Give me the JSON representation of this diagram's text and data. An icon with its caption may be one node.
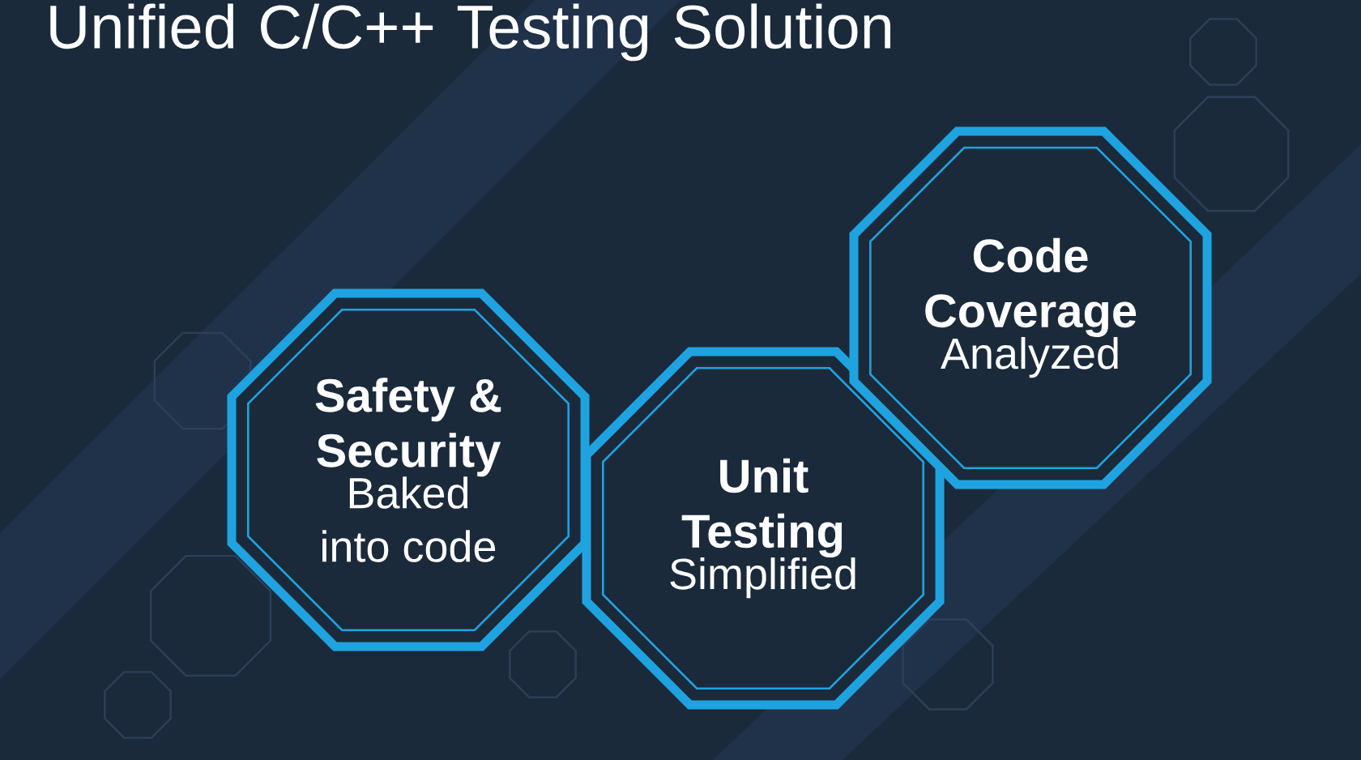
{
  "diagram": {
    "title": "Unified C/C++ Testing Solution",
    "nodes": [
      {
        "text": [
          "Safety & Security",
          "Baked into code"
        ]
      },
      {
        "text": [
          "Unit Testing",
          "Simplified"
        ]
      },
      {
        "text": [
          "Code Coverage",
          "Analyzed"
        ]
      }
    ]
  }
}
